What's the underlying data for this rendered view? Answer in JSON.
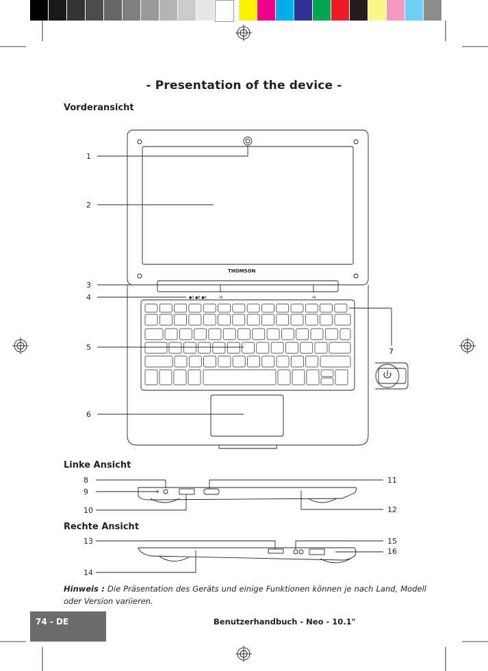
{
  "title": "- Presentation of the device -",
  "sections": {
    "front": "Vorderansicht",
    "left": "Linke Ansicht",
    "right": "Rechte Ansicht"
  },
  "brand_logo": "THOMSON",
  "callouts": [
    "1",
    "2",
    "3",
    "4",
    "5",
    "6",
    "7",
    "8",
    "9",
    "10",
    "11",
    "12",
    "13",
    "14",
    "15",
    "16"
  ],
  "note": {
    "label": "Hinweis :",
    "text": "Die Präsentation des Geräts und einige Funktionen können je nach Land, Modell oder Version variieren."
  },
  "footer": {
    "page": "74 - DE",
    "manual": "Benutzerhandbuch - Neo - 10.1\""
  },
  "color_bar": [
    "#000000",
    "#1a1a1a",
    "#333333",
    "#4d4d4d",
    "#666666",
    "#808080",
    "#999999",
    "#b3b3b3",
    "#cccccc",
    "#e6e6e6",
    "#ffffff",
    "#fff200",
    "#ec008c",
    "#00aeef",
    "#2e3192",
    "#00a651",
    "#ed1c24",
    "#231f20",
    "#fff685",
    "#f49ac1",
    "#6dcff6",
    "#8c8c8c"
  ]
}
